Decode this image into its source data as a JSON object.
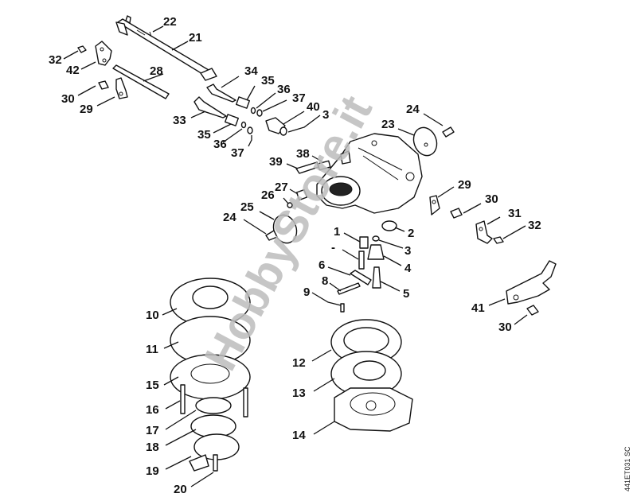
{
  "diagram": {
    "type": "exploded-parts-diagram",
    "subject": "carburetor",
    "watermark": "HobbyStore.it",
    "drawing_code": "441ET031 SC",
    "callouts": [
      {
        "id": "c22",
        "label": "22"
      },
      {
        "id": "c21",
        "label": "21"
      },
      {
        "id": "c32a",
        "label": "32"
      },
      {
        "id": "c42",
        "label": "42"
      },
      {
        "id": "c28",
        "label": "28"
      },
      {
        "id": "c30a",
        "label": "30"
      },
      {
        "id": "c29a",
        "label": "29"
      },
      {
        "id": "c34",
        "label": "34"
      },
      {
        "id": "c35a",
        "label": "35"
      },
      {
        "id": "c36a",
        "label": "36"
      },
      {
        "id": "c37a",
        "label": "37"
      },
      {
        "id": "c40",
        "label": "40"
      },
      {
        "id": "c3a",
        "label": "3"
      },
      {
        "id": "c33",
        "label": "33"
      },
      {
        "id": "c35b",
        "label": "35"
      },
      {
        "id": "c36b",
        "label": "36"
      },
      {
        "id": "c37b",
        "label": "37"
      },
      {
        "id": "c24a",
        "label": "24"
      },
      {
        "id": "c23",
        "label": "23"
      },
      {
        "id": "c38",
        "label": "38"
      },
      {
        "id": "c39",
        "label": "39"
      },
      {
        "id": "c27",
        "label": "27"
      },
      {
        "id": "c26",
        "label": "26"
      },
      {
        "id": "c25",
        "label": "25"
      },
      {
        "id": "c24b",
        "label": "24"
      },
      {
        "id": "c29b",
        "label": "29"
      },
      {
        "id": "c30b",
        "label": "30"
      },
      {
        "id": "c31",
        "label": "31"
      },
      {
        "id": "c32b",
        "label": "32"
      },
      {
        "id": "c2",
        "label": "2"
      },
      {
        "id": "c1",
        "label": "1"
      },
      {
        "id": "c3b",
        "label": "3"
      },
      {
        "id": "cdash",
        "label": "-"
      },
      {
        "id": "c4",
        "label": "4"
      },
      {
        "id": "c6",
        "label": "6"
      },
      {
        "id": "c8",
        "label": "8"
      },
      {
        "id": "c5",
        "label": "5"
      },
      {
        "id": "c9",
        "label": "9"
      },
      {
        "id": "c41",
        "label": "41"
      },
      {
        "id": "c30c",
        "label": "30"
      },
      {
        "id": "c10",
        "label": "10"
      },
      {
        "id": "c11",
        "label": "11"
      },
      {
        "id": "c12",
        "label": "12"
      },
      {
        "id": "c13",
        "label": "13"
      },
      {
        "id": "c15",
        "label": "15"
      },
      {
        "id": "c16",
        "label": "16"
      },
      {
        "id": "c14",
        "label": "14"
      },
      {
        "id": "c17",
        "label": "17"
      },
      {
        "id": "c18",
        "label": "18"
      },
      {
        "id": "c19",
        "label": "19"
      },
      {
        "id": "c20",
        "label": "20"
      }
    ]
  }
}
